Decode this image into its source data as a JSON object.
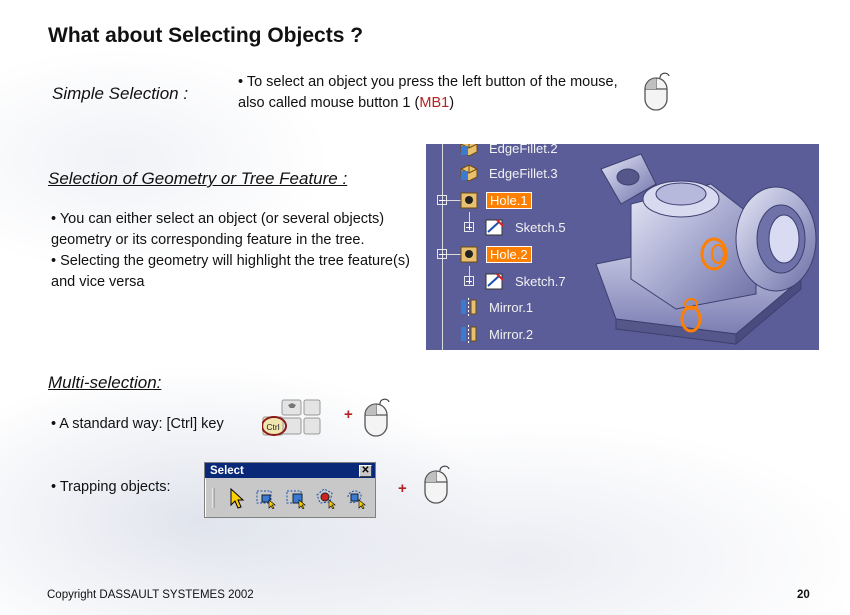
{
  "slide": {
    "title": "What about Selecting Objects ?",
    "simple_selection": {
      "heading": "Simple Selection :",
      "text_before": "• To select an object you press the left button of the mouse, also called mouse button 1 (",
      "mb1": "MB1",
      "text_after": ")"
    },
    "geometry_tree": {
      "heading": "Selection of Geometry or Tree Feature :",
      "bullets": [
        "• You can either select an object (or several objects) geometry or its corresponding feature in the tree.",
        "• Selecting the geometry will highlight the tree feature(s) and vice versa"
      ]
    },
    "tree": {
      "items": [
        {
          "label": "EdgeFillet.2",
          "selected": false,
          "icon": "edge-fillet-icon"
        },
        {
          "label": "EdgeFillet.3",
          "selected": false,
          "icon": "edge-fillet-icon"
        },
        {
          "label": "Hole.1",
          "selected": true,
          "icon": "hole-icon"
        },
        {
          "label": "Sketch.5",
          "selected": false,
          "icon": "sketch-icon"
        },
        {
          "label": "Hole.2",
          "selected": true,
          "icon": "hole-icon"
        },
        {
          "label": "Sketch.7",
          "selected": false,
          "icon": "sketch-icon"
        },
        {
          "label": "Mirror.1",
          "selected": false,
          "icon": "mirror-icon"
        },
        {
          "label": "Mirror.2",
          "selected": false,
          "icon": "mirror-icon"
        }
      ]
    },
    "multi_selection": {
      "heading": "Multi-selection:",
      "standard_way": "• A standard way: [Ctrl] key",
      "ctrl_key_label": "Ctrl",
      "trapping": "• Trapping objects:",
      "plus": "+"
    },
    "select_toolbar": {
      "title": "Select",
      "close": "✕",
      "icons": [
        "select-arrow-icon",
        "trap-icon",
        "intersecting-trap-icon",
        "polygon-trap-icon",
        "free-hand-trap-icon"
      ]
    },
    "footer": {
      "copyright": "Copyright DASSAULT SYSTEMES 2002",
      "page_number": "20"
    },
    "colors": {
      "accent_red": "#b22222",
      "tree_selected": "#ff7f00",
      "panel_bg": "#5b5d98",
      "toolbar_title": "#0a2878"
    }
  }
}
